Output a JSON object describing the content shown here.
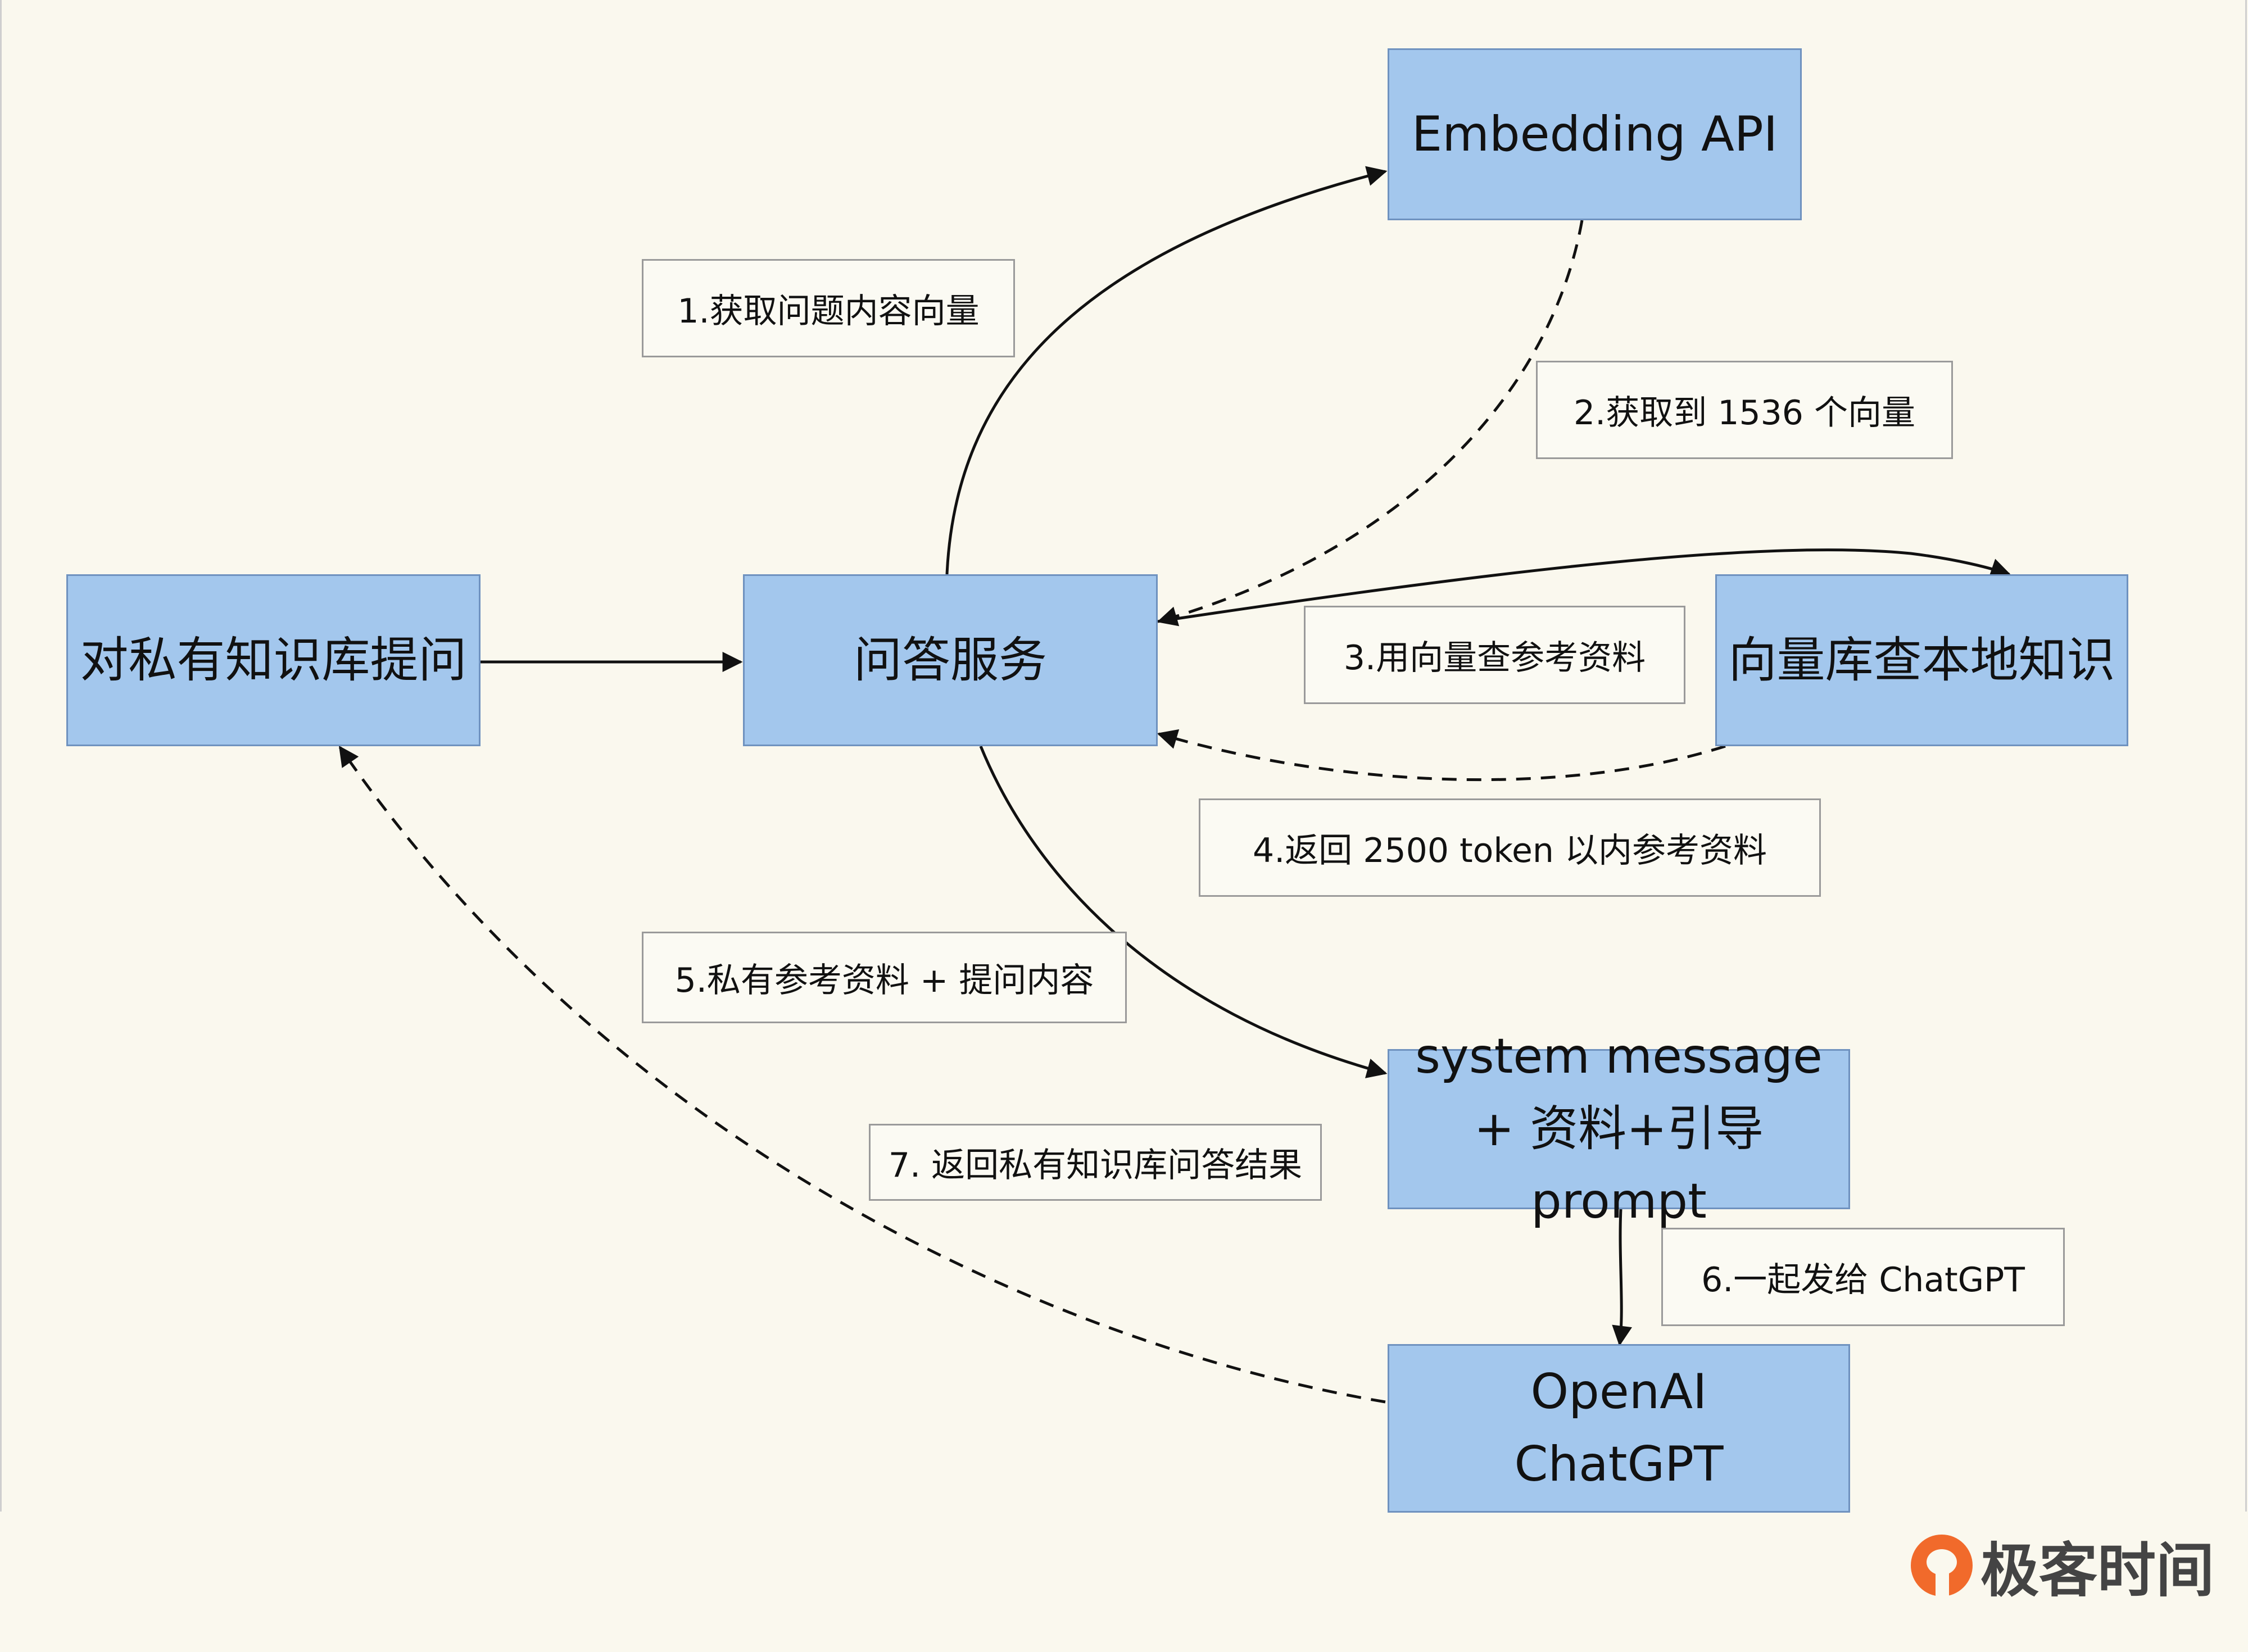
{
  "nodes": {
    "ask": "对私有知识库提问",
    "qa_service": "问答服务",
    "embedding_api": "Embedding API",
    "vector_db": "向量库查本地知识",
    "system_message": "system message\n+ 资料+引导 prompt",
    "openai": "OpenAI\nChatGPT"
  },
  "steps": {
    "s1": "1.获取问题内容向量",
    "s2": "2.获取到 1536 个向量",
    "s3": "3.用向量查参考资料",
    "s4": "4.返回 2500 token 以内参考资料",
    "s5": "5.私有参考资料 + 提问内容",
    "s6": "6.一起发给 ChatGPT",
    "s7": "7. 返回私有知识库问答结果"
  },
  "logo": {
    "text": "极客时间"
  },
  "colors": {
    "node_fill": "#a3c7ed",
    "node_border": "#6f92bf",
    "background": "#faf8ee",
    "arrow": "#111111",
    "logo_accent": "#f16a2b"
  }
}
